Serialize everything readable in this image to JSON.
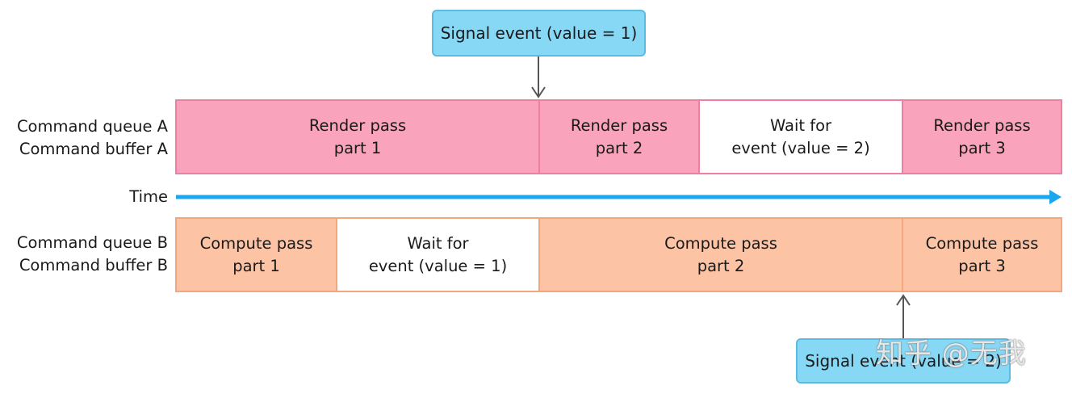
{
  "signal_top": {
    "label": "Signal event (value = 1)"
  },
  "signal_bottom": {
    "label": "Signal event (value = 2)"
  },
  "row_a": {
    "queue": "Command queue A",
    "buffer": "Command buffer A",
    "blocks": [
      {
        "line1": "Render pass",
        "line2": "part 1"
      },
      {
        "line1": "Render pass",
        "line2": "part 2"
      },
      {
        "line1": "Wait for",
        "line2": "event (value = 2)"
      },
      {
        "line1": "Render pass",
        "line2": "part 3"
      }
    ]
  },
  "row_b": {
    "queue": "Command queue B",
    "buffer": "Command buffer B",
    "blocks": [
      {
        "line1": "Compute pass",
        "line2": "part 1"
      },
      {
        "line1": "Wait for",
        "line2": "event (value = 1)"
      },
      {
        "line1": "Compute pass",
        "line2": "part 2"
      },
      {
        "line1": "Compute pass",
        "line2": "part 3"
      }
    ]
  },
  "time": {
    "label": "Time"
  },
  "colors": {
    "render": "#f9a3bc",
    "compute": "#fcc3a5",
    "signal": "#87d8f5",
    "timeline": "#1aa7f0"
  },
  "watermark": "知乎 @无我"
}
